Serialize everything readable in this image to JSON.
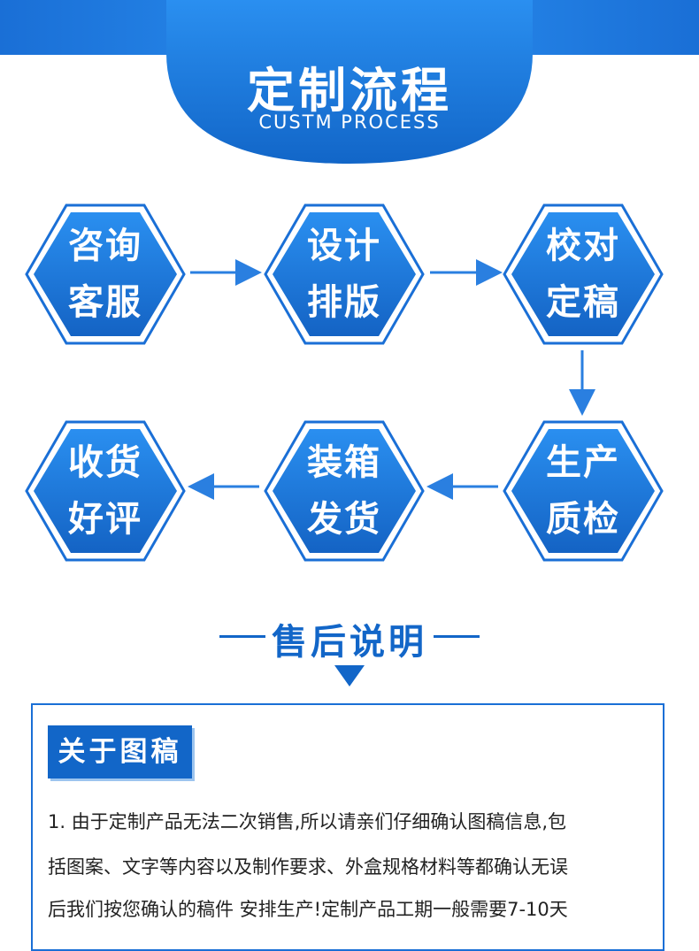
{
  "header": {
    "title": "定制流程",
    "subtitle": "CUSTM PROCESS"
  },
  "process": {
    "steps": [
      {
        "line1": "咨询",
        "line2": "客服"
      },
      {
        "line1": "设计",
        "line2": "排版"
      },
      {
        "line1": "校对",
        "line2": "定稿"
      },
      {
        "line1": "生产",
        "line2": "质检"
      },
      {
        "line1": "装箱",
        "line2": "发货"
      },
      {
        "line1": "收货",
        "line2": "好评"
      }
    ]
  },
  "after_sales": {
    "title": "售后说明",
    "badge": "关于图稿",
    "paragraph_lines": [
      "1. 由于定制产品无法二次销售,所以请亲们仔细确认图稿信息,包",
      "括图案、文字等内容以及制作要求、外盒规格材料等都确认无误",
      "后我们按您确认的稿件 安排生产!定制产品工期一般需要7-10天"
    ]
  },
  "colors": {
    "primary": "#1a6fd6",
    "hex_fill": "#1e78dc",
    "title_blue": "#1266c8",
    "arrow": "#2a7fe0"
  }
}
